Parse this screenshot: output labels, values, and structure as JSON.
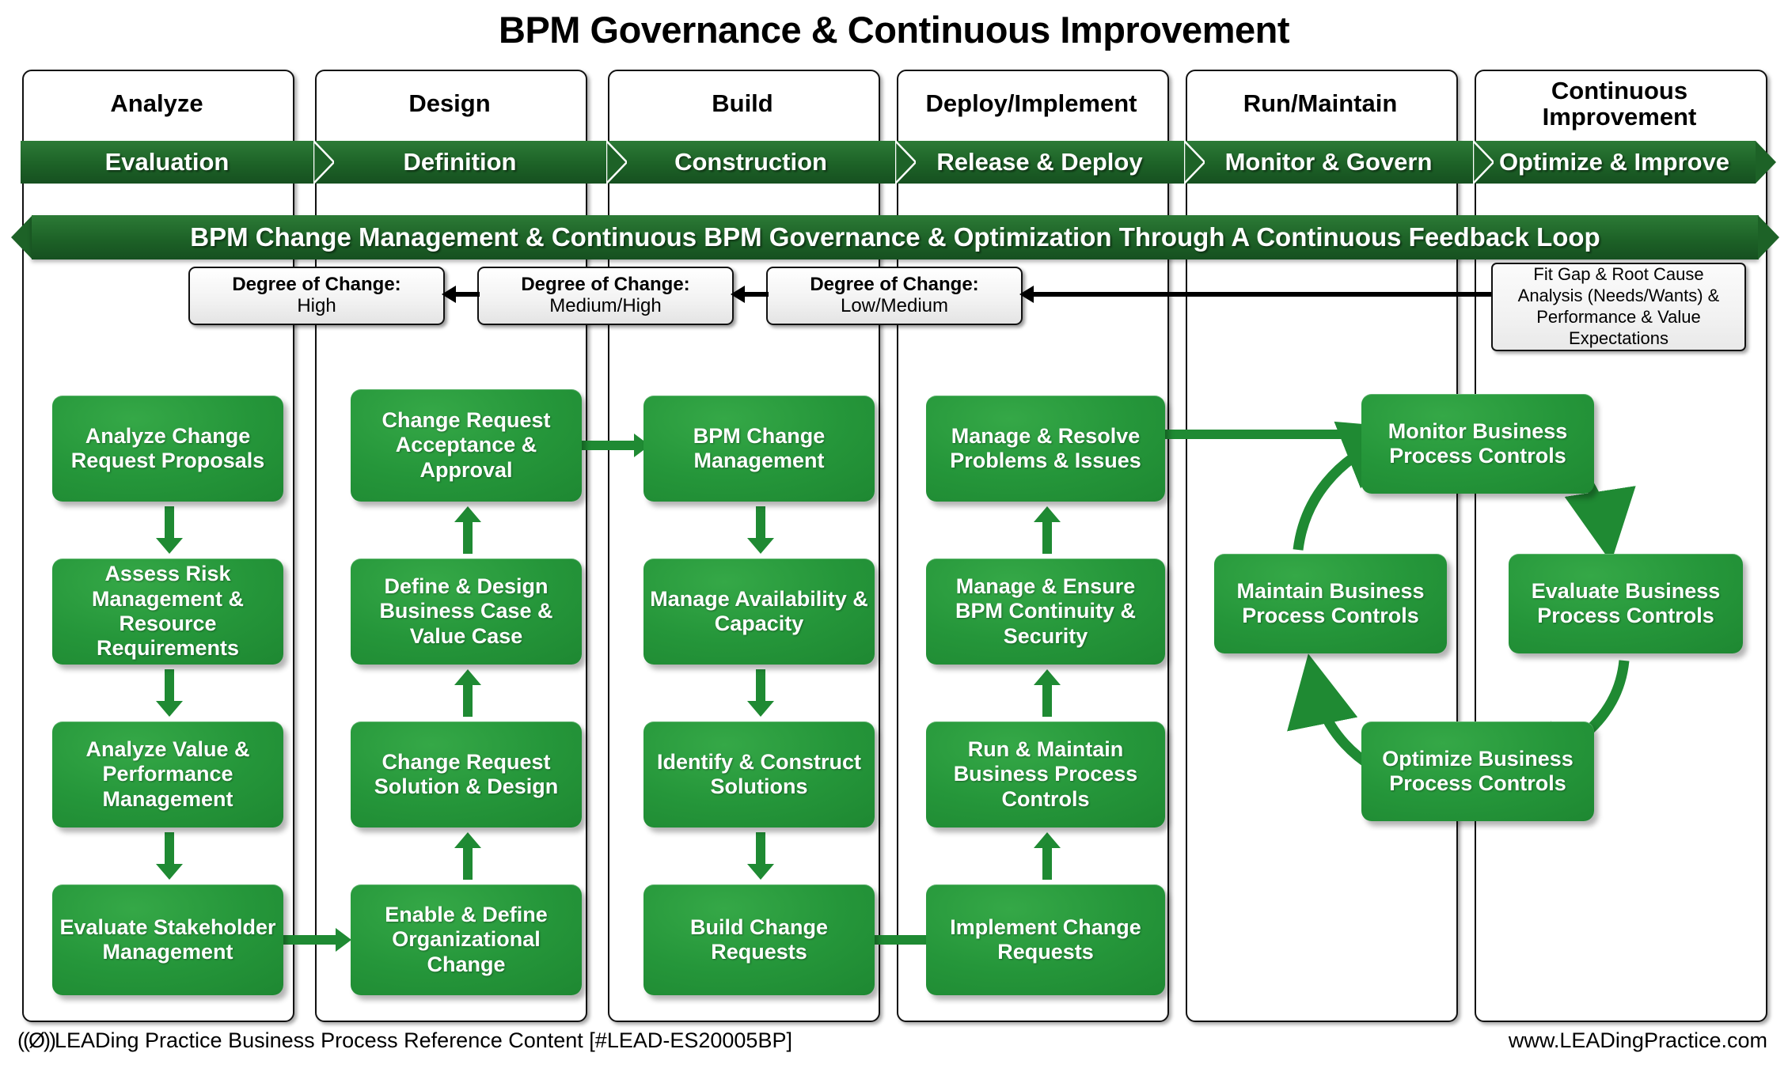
{
  "title": "BPM Governance & Continuous Improvement",
  "colors": {
    "box_green": "#239636",
    "band_green": "#1d6227",
    "arrow_green": "#1f8a33",
    "border_black": "#111111",
    "panel_grey": "#f2f2f2"
  },
  "columns": [
    {
      "heading": "Analyze",
      "phase": "Evaluation"
    },
    {
      "heading": "Design",
      "phase": "Definition"
    },
    {
      "heading": "Build",
      "phase": "Construction"
    },
    {
      "heading": "Deploy/Implement",
      "phase": "Release & Deploy"
    },
    {
      "heading": "Run/Maintain",
      "phase": "Monitor & Govern"
    },
    {
      "heading": "Continuous\nImprovement",
      "phase": "Optimize & Improve"
    }
  ],
  "column_headings": {
    "c0": "Analyze",
    "c1": "Design",
    "c2": "Build",
    "c3": "Deploy/Implement",
    "c4": "Run/Maintain",
    "c5a": "Continuous",
    "c5b": "Improvement"
  },
  "phases": {
    "p0": "Evaluation",
    "p1": "Definition",
    "p2": "Construction",
    "p3": "Release & Deploy",
    "p4": "Monitor & Govern",
    "p5": "Optimize & Improve"
  },
  "feedback_banner": "BPM Change Management & Continuous BPM Governance & Optimization Through A Continuous Feedback Loop",
  "degree_of_change": {
    "label": "Degree of Change:",
    "high": "High",
    "medium_high": "Medium/High",
    "low_medium": "Low/Medium"
  },
  "fit_gap": "Fit Gap & Root Cause Analysis (Needs/Wants) & Performance & Value Expectations",
  "process_boxes": {
    "analyze": {
      "b1": "Analyze Change Request Proposals",
      "b2": "Assess Risk Management & Resource Requirements",
      "b3": "Analyze Value & Performance Management",
      "b4": "Evaluate Stakeholder Management"
    },
    "design": {
      "b1": "Change Request Acceptance & Approval",
      "b2": "Define & Design Business Case & Value Case",
      "b3": "Change Request Solution & Design",
      "b4": "Enable & Define Organizational Change"
    },
    "build": {
      "b1": "BPM Change Management",
      "b2": "Manage Availability & Capacity",
      "b3": "Identify & Construct Solutions",
      "b4": "Build Change Requests"
    },
    "deploy": {
      "b1": "Manage & Resolve Problems & Issues",
      "b2": "Manage & Ensure BPM Continuity & Security",
      "b3": "Run & Maintain Business Process Controls",
      "b4": "Implement Change Requests"
    },
    "cycle": {
      "monitor": "Monitor Business Process Controls",
      "evaluate": "Evaluate Business Process Controls",
      "optimize": "Optimize Business Process Controls",
      "maintain": "Maintain Business Process Controls"
    }
  },
  "footer": {
    "left": "LEADing Practice Business Process Reference Content [#LEAD-ES20005BP]",
    "logo": "((Ø))",
    "right": "www.LEADingPractice.com"
  }
}
